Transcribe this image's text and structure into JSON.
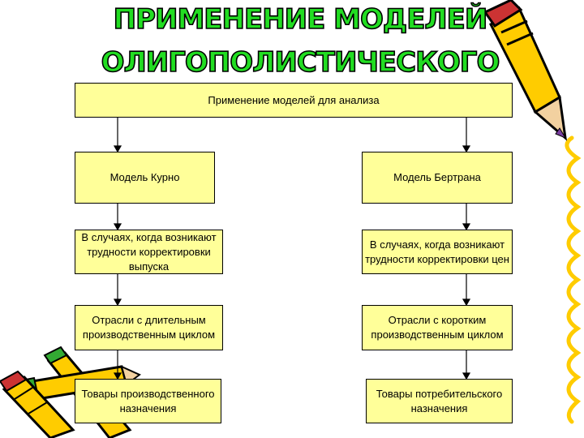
{
  "title": {
    "line1": "ПРИМЕНЕНИЕ МОДЕЛЕЙ",
    "line2": "ОЛИГОПОЛИСТИЧЕСКОГО"
  },
  "diagram": {
    "root": "Применение моделей для анализа",
    "left": {
      "model": "Модель Курно",
      "condition": "В случаях, когда возникают трудности корректировки выпуска",
      "industry": "Отрасли с длительным производственным циклом",
      "goods": "Товары производственного назначения"
    },
    "right": {
      "model": "Модель Бертрана",
      "condition": "В случаях, когда возникают трудности корректировки цен",
      "industry": "Отрасли с коротким производственным циклом",
      "goods": "Товары потребительского назначения"
    }
  },
  "colors": {
    "title_fill": "#22dd22",
    "box_fill": "#ffff99",
    "pencil_body": "#ffcc00",
    "decor_line": "#ffcc00"
  },
  "decor": {
    "right_squiggle": "squiggle-line-icon",
    "top_right": "pencil-icon",
    "bottom_left": "pencils-icon"
  }
}
